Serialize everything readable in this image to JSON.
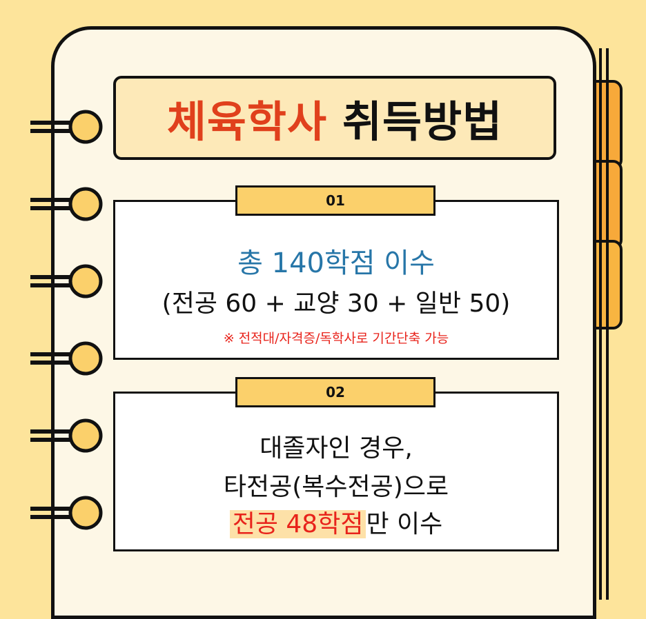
{
  "title": {
    "accent": "체육학사",
    "rest": "취득방법"
  },
  "cards": [
    {
      "label": "01",
      "main": "총 140학점 이수",
      "sub": "(전공 60 + 교양 30 + 일반 50)",
      "note": "※ 전적대/자격증/독학사로 기간단축 가능"
    },
    {
      "label": "02",
      "line1": "대졸자인 경우,",
      "line2": "타전공(복수전공)으로",
      "line3_highlight": "전공 48학점",
      "line3_rest": "만 이수"
    }
  ],
  "colors": {
    "background": "#fde49b",
    "accent": "#e0401c",
    "blue": "#2776a8",
    "red": "#e8231b",
    "tab": "#f7a93a"
  }
}
